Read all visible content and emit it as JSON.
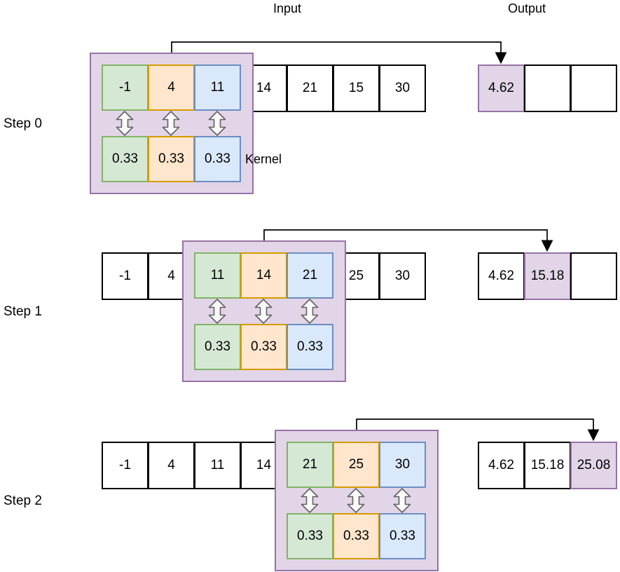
{
  "header": {
    "input_label": "Input",
    "output_label": "Output"
  },
  "kernel_label": "Kernel",
  "colors": {
    "green_fill": "#d5e8d4",
    "green_stroke": "#82b366",
    "orange_fill": "#ffe6cc",
    "orange_stroke": "#d79b00",
    "blue_fill": "#dae8fc",
    "blue_stroke": "#6c8ebf",
    "purple_fill": "#e1d5e7",
    "purple_stroke": "#9673a6",
    "line_color": "#000000",
    "arrow_icon_stroke": "#616161",
    "arrow_icon_fill": "#fafafa"
  },
  "steps": [
    {
      "label": "Step 0",
      "left_cells": [],
      "window_values": [
        "-1",
        "4",
        "11"
      ],
      "right_cells": [
        "14",
        "21",
        "15",
        "30"
      ],
      "kernel_values": [
        "0.33",
        "0.33",
        "0.33"
      ],
      "output_cells": [
        "4.62",
        "",
        ""
      ],
      "highlight_index": 0
    },
    {
      "label": "Step 1",
      "left_cells": [
        "-1",
        "4"
      ],
      "window_values": [
        "11",
        "14",
        "21"
      ],
      "right_cells": [
        "25",
        "30"
      ],
      "kernel_values": [
        "0.33",
        "0.33",
        "0.33"
      ],
      "output_cells": [
        "4.62",
        "15.18",
        ""
      ],
      "highlight_index": 1
    },
    {
      "label": "Step 2",
      "left_cells": [
        "-1",
        "4",
        "11",
        "14"
      ],
      "window_values": [
        "21",
        "25",
        "30"
      ],
      "right_cells": [],
      "kernel_values": [
        "0.33",
        "0.33",
        "0.33"
      ],
      "output_cells": [
        "4.62",
        "15.18",
        "25.08"
      ],
      "highlight_index": 2
    }
  ]
}
